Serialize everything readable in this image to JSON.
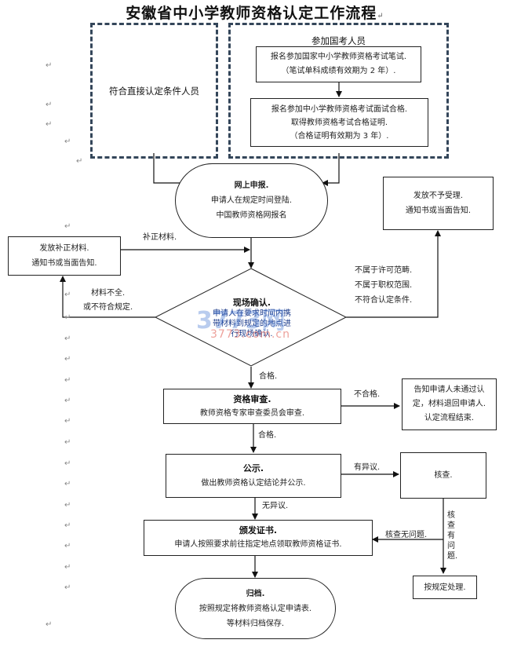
{
  "title": "安徽省中小学教师资格认定工作流程",
  "paragraph_mark": "↵",
  "groups": {
    "direct": {
      "label": "符合直接认定条件人员"
    },
    "exam": {
      "label": "参加国考人员",
      "step1": {
        "line1": "报名参加国家中小学教师资格考试笔试.",
        "line2": "（笔试单科成绩有效期为 2 年）."
      },
      "step2": {
        "line1": "报名参加中小学教师资格考试面试合格.",
        "line2": "取得教师资格考试合格证明.",
        "line3": "（合格证明有效期为 3 年）."
      }
    }
  },
  "online": {
    "title": "网上申报.",
    "line1": "申请人在规定时间登陆.",
    "line2": "中国教师资格网报名"
  },
  "reject_notice": {
    "line1": "发放不予受理.",
    "line2": "通知书或当面告知."
  },
  "supplement": {
    "line1": "发放补正材料.",
    "line2": "通知书或当面告知."
  },
  "edge_labels": {
    "supplement_materials": "补正材料.",
    "incomplete1": "材料不全.",
    "incomplete2": "或不符合规定.",
    "not_license": "不属于许可范畴.",
    "not_authority": "不属于职权范围.",
    "not_conditions": "不符合认定条件.",
    "pass1": "合格.",
    "fail": "不合格.",
    "pass2": "合格.",
    "objection": "有异议.",
    "no_objection": "无异议.",
    "verified_ok": "核查无问题.",
    "verified_problem": "核查有问题."
  },
  "onsite": {
    "title": "现场确认.",
    "line1": "申请人在要求时间内携",
    "line2": "带材料到规定的地点进",
    "line3": "行现场确认."
  },
  "review": {
    "title": "资格审查.",
    "line1": "教师资格专家审查委员会审查."
  },
  "fail_notice": {
    "line1": "告知申请人未通过认",
    "line2": "定，材料退回申请人.",
    "line3": "认定流程结束."
  },
  "publicity": {
    "title": "公示.",
    "line1": "做出教师资格认定结论并公示."
  },
  "verify": {
    "label": "核查."
  },
  "certificate": {
    "title": "颁发证书.",
    "line1": "申请人按照要求前往指定地点领取教师资格证书."
  },
  "handle": {
    "label": "按规定处理."
  },
  "archive": {
    "title": "归档.",
    "line1": "按照规定将教师资格认定申请表.",
    "line2": "等材料归档保存."
  },
  "watermark": {
    "logo": "3773网",
    "url": "3773.com.cn"
  }
}
